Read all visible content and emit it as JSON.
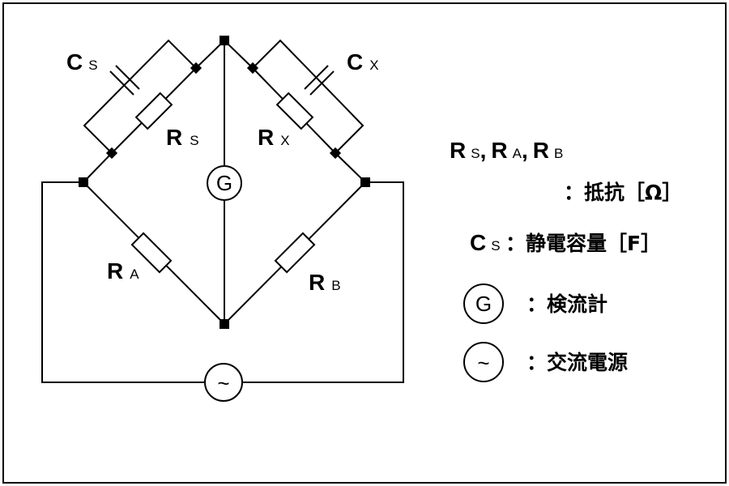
{
  "circuit": {
    "capacitor_s": {
      "letter": "C",
      "sub": "S"
    },
    "capacitor_x": {
      "letter": "C",
      "sub": "X"
    },
    "resistor_s": {
      "letter": "R",
      "sub": "S"
    },
    "resistor_x": {
      "letter": "R",
      "sub": "X"
    },
    "resistor_a": {
      "letter": "R",
      "sub": "A"
    },
    "resistor_b": {
      "letter": "R",
      "sub": "B"
    },
    "galvanometer_symbol": "G",
    "ac_source_symbol": "~"
  },
  "legend": {
    "resistors": {
      "r1": "R",
      "r1_sub": "S",
      "sep1": ",",
      "r2": "R",
      "r2_sub": "A",
      "sep2": ",",
      "r3": "R",
      "r3_sub": "B",
      "desc": "：抵抗［Ω］"
    },
    "capacitance": {
      "letter": "C",
      "sub": "S",
      "desc": "：静電容量［F］"
    },
    "galvanometer": {
      "symbol": "G",
      "desc": "：検流計"
    },
    "ac_source": {
      "symbol": "~",
      "desc": "：交流電源"
    }
  }
}
